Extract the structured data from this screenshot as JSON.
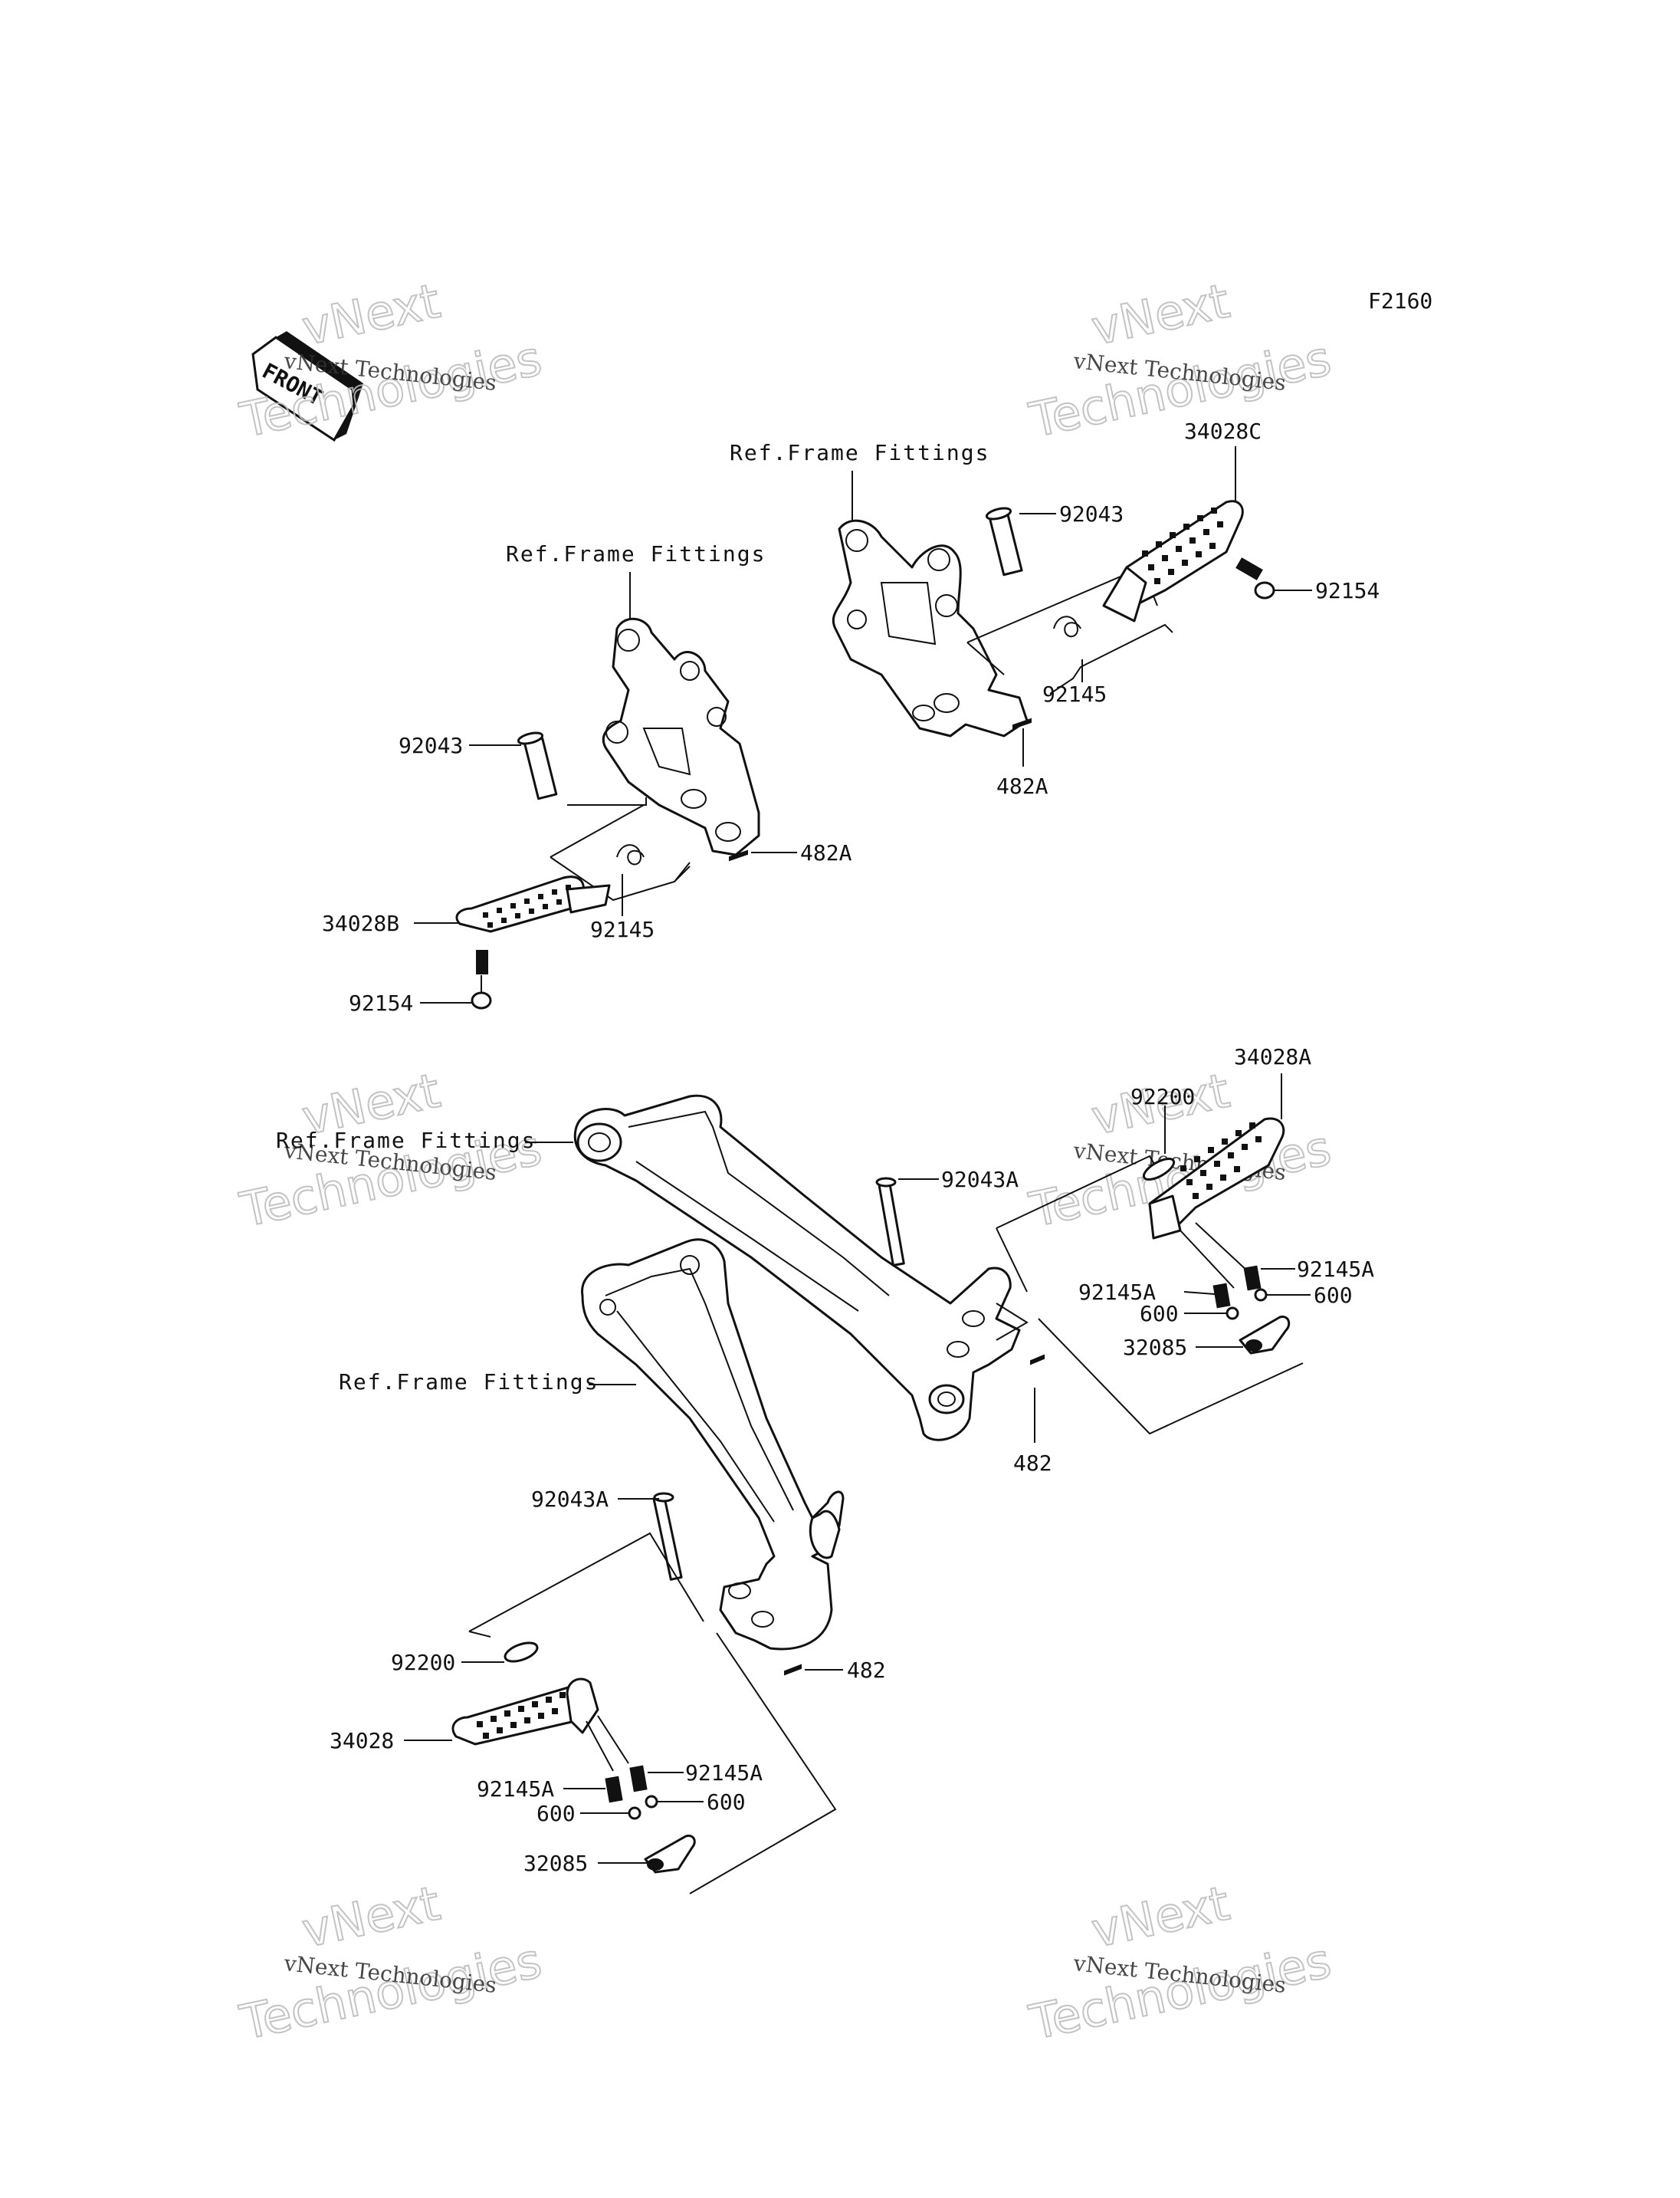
{
  "diagram_code": "F2160",
  "front_arrow": {
    "label": "FRONT",
    "icon": "front-arrow-icon"
  },
  "watermark": {
    "small": "vNext Technologies",
    "large_top": "vNext",
    "large_bottom": "Technologies"
  },
  "refs": {
    "top_right": "Ref.Frame Fittings",
    "top_left": "Ref.Frame Fittings",
    "middle": "Ref.Frame Fittings",
    "lower": "Ref.Frame Fittings"
  },
  "parts": {
    "p34028C": "34028C",
    "p92043_tr": "92043",
    "p92154_tr": "92154",
    "p92145_tr": "92145",
    "p482A_tr": "482A",
    "p92043_tl": "92043",
    "p482A_tl": "482A",
    "p34028B": "34028B",
    "p92145_tl": "92145",
    "p92154_tl": "92154",
    "p34028A": "34028A",
    "p92200_r": "92200",
    "p92043A_r": "92043A",
    "p92145A_r1": "92145A",
    "p92145A_r2": "92145A",
    "p600_r1": "600",
    "p600_r2": "600",
    "p32085_r": "32085",
    "p482_r": "482",
    "p92043A_l": "92043A",
    "p92200_l": "92200",
    "p482_l": "482",
    "p34028": "34028",
    "p92145A_l1": "92145A",
    "p92145A_l2": "92145A",
    "p600_l1": "600",
    "p600_l2": "600",
    "p32085_l": "32085"
  }
}
